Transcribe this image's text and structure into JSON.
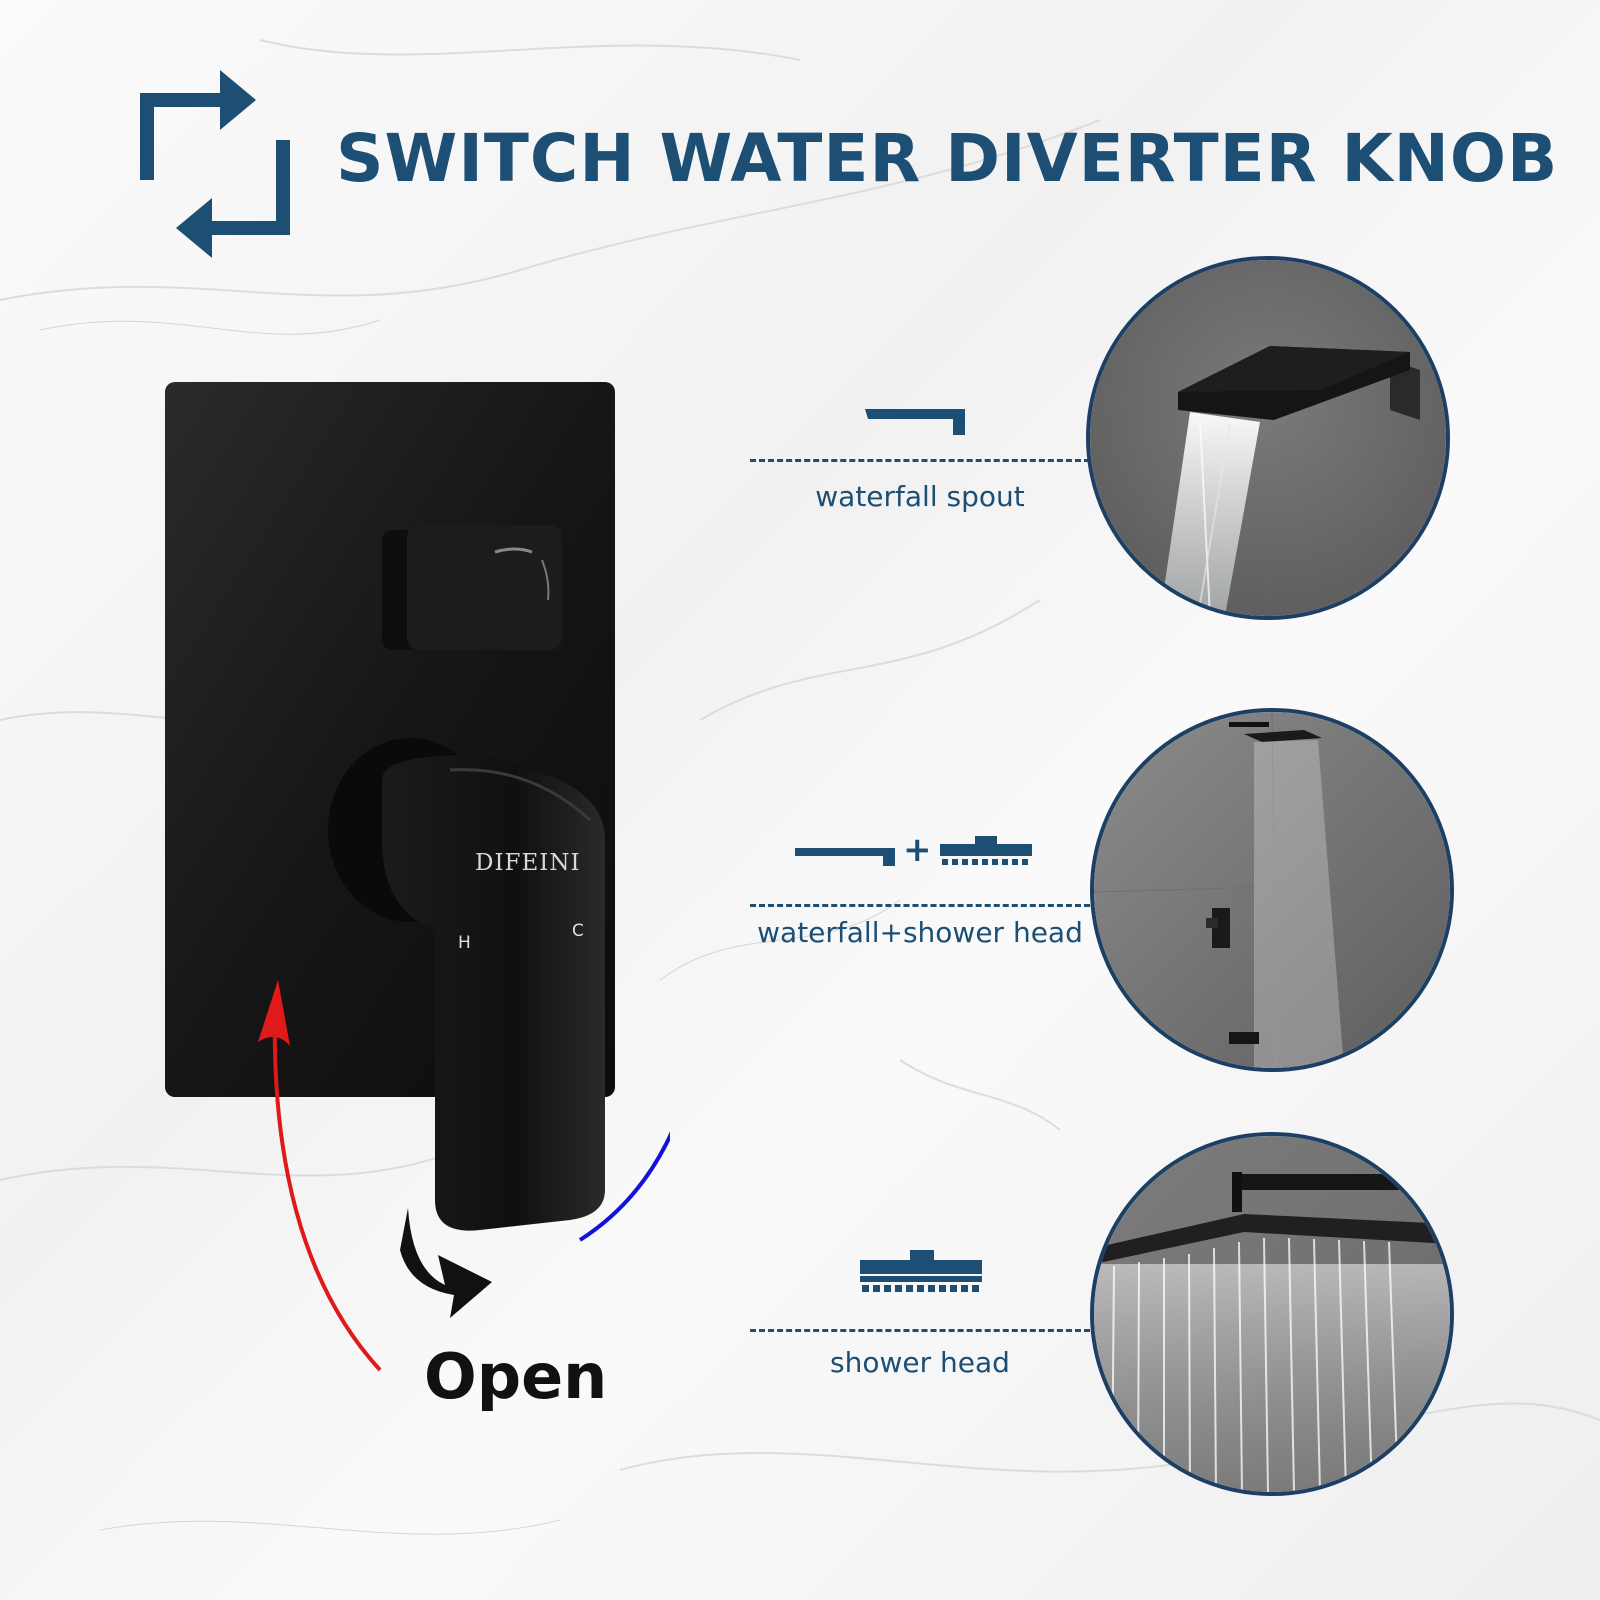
{
  "header": {
    "title": "SWITCH WATER DIVERTER KNOB",
    "icon": "switch-arrows-icon"
  },
  "valve": {
    "brand": "DIFEINI",
    "hot_label": "H",
    "cold_label": "C",
    "open_label": "Open"
  },
  "modes": [
    {
      "label": "waterfall spout",
      "icon": "waterfall-spout-icon"
    },
    {
      "label": "waterfall+shower head",
      "icon": "spout-plus-shower-icon",
      "plus": "+"
    },
    {
      "label": "shower head",
      "icon": "shower-head-icon"
    }
  ],
  "colors": {
    "brand_blue": "#1d4e74",
    "hot_arrow": "#e0191b",
    "cold_arrow": "#1212d8",
    "fixture_black": "#121212"
  }
}
